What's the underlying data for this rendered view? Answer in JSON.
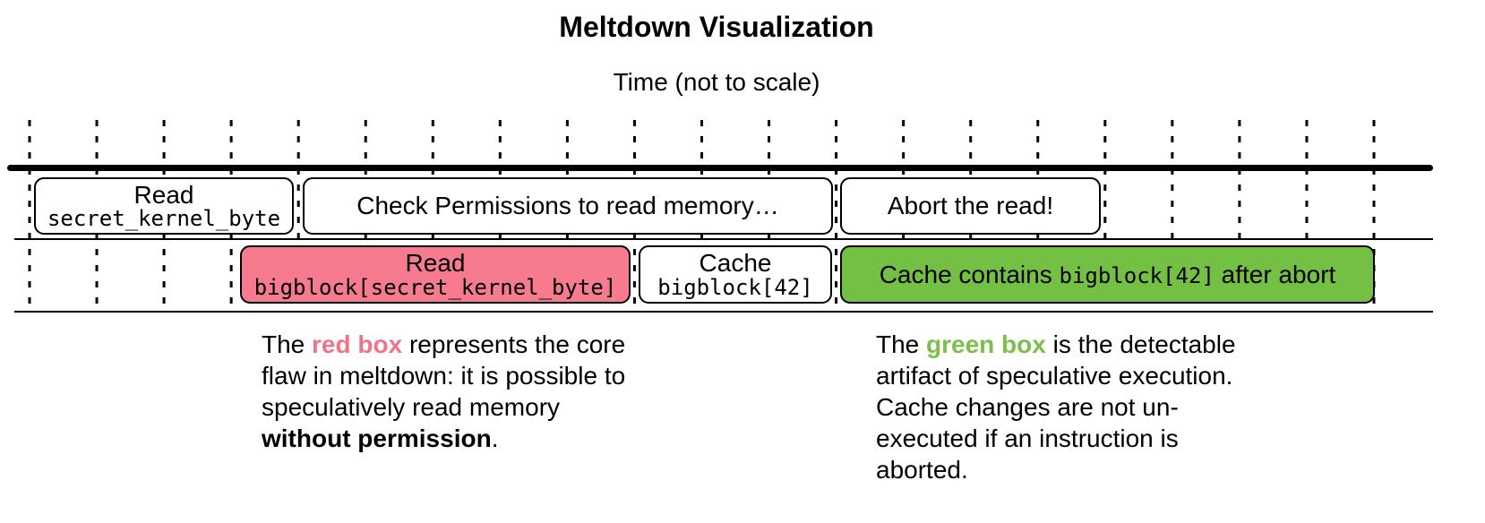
{
  "title": "Meltdown Visualization",
  "subtitle": "Time (not to scale)",
  "colors": {
    "red_box": "#f77b8e",
    "green_box": "#74c044",
    "red_text": "#f07489",
    "green_text": "#7cc04b"
  },
  "row1": {
    "read_box": {
      "label": "Read",
      "code": "secret_kernel_byte"
    },
    "check_box": {
      "label": "Check Permissions to read memory…"
    },
    "abort_box": {
      "label": "Abort the read!"
    }
  },
  "row2": {
    "red_box": {
      "label": "Read",
      "code": "bigblock[secret_kernel_byte]"
    },
    "cache_box": {
      "label": "Cache",
      "code": "bigblock[42]"
    },
    "green_box": {
      "prefix": "Cache contains ",
      "code": "bigblock[42]",
      "suffix": " after abort"
    }
  },
  "notes": {
    "red": {
      "the": "The ",
      "highlight": "red box",
      "text": " represents the core flaw in meltdown: it is possible to speculatively read memory ",
      "bold": "without permission",
      "end": "."
    },
    "green": {
      "the": "The ",
      "highlight": "green box",
      "text": " is the detectable artifact of speculative execution. Cache changes are not un-executed if an instruction is aborted."
    }
  }
}
